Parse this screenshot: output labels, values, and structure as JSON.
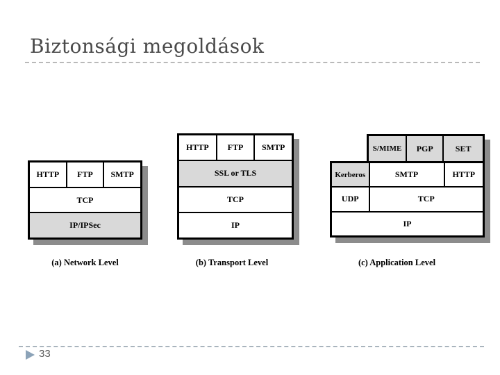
{
  "slide": {
    "title": "Biztonsági megoldások",
    "page_number": "33"
  },
  "diagrams": {
    "network_level": {
      "caption": "(a) Network Level",
      "row1": {
        "c1": "HTTP",
        "c2": "FTP",
        "c3": "SMTP"
      },
      "row2": "TCP",
      "row3": "IP/IPSec"
    },
    "transport_level": {
      "caption": "(b) Transport Level",
      "row1": {
        "c1": "HTTP",
        "c2": "FTP",
        "c3": "SMTP"
      },
      "row2": "SSL or TLS",
      "row3": "TCP",
      "row4": "IP"
    },
    "application_level": {
      "caption": "(c) Application Level",
      "row1": {
        "c1": "S/MIME",
        "c2": "PGP",
        "c3": "SET"
      },
      "row2": {
        "c1": "Kerberos",
        "c2": "SMTP",
        "c3": "HTTP"
      },
      "row3": {
        "c1": "UDP",
        "c2": "TCP"
      },
      "row4": "IP"
    }
  },
  "colors": {
    "shaded_cell": "#d9d9d9",
    "box_shadow": "#8c8c8c",
    "title_text": "#4a4a4a",
    "bullet_triangle": "#8ca3b8",
    "divider_dash": "#b9b9b9"
  }
}
